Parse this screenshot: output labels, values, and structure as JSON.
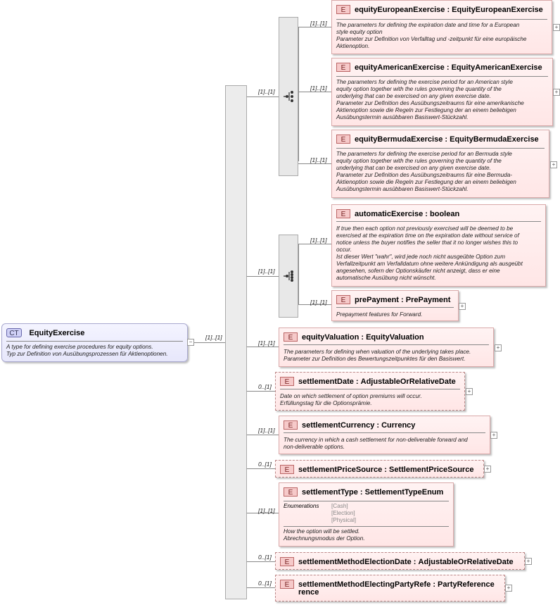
{
  "root": {
    "badge": "CT",
    "name": "EquityExercise",
    "doc_en": "A type for defining exercise procedures for equity options.",
    "doc_de": "Typ zur Definition von Ausübungsprozessen für Aktienoptionen.",
    "cardinality": "[1]..[1]",
    "collapse_symbol": "−"
  },
  "choice_group": {
    "cardinality": "[1]..[1]",
    "elements": [
      {
        "badge": "E",
        "name": "equityEuropeanExercise",
        "type": "EquityEuropeanExercise",
        "cardinality": "[1]..[1]",
        "doc": [
          "The parameters for defining the expiration date and time for a European",
          "style equity option",
          "Parameter zur Definition von Verfalltag und -zeitpunkt für eine europäische",
          "Aktienoption."
        ]
      },
      {
        "badge": "E",
        "name": "equityAmericanExercise",
        "type": "EquityAmericanExercise",
        "cardinality": "[1]..[1]",
        "doc": [
          "The parameters for defining the exercise period for an American style",
          "equity option together with the rules governing the quantity of the",
          "underlying that can be exercised on any given exercise date.",
          "Parameter zur Definition des Ausübungszeitraums für eine amerikanische",
          "Aktienoption sowie die Regeln zur Festlegung der an einem beliebigen",
          "Ausübungstermin ausübbaren Basiswert-Stückzahl."
        ]
      },
      {
        "badge": "E",
        "name": "equityBermudaExercise",
        "type": "EquityBermudaExercise",
        "cardinality": "[1]..[1]",
        "doc": [
          "The parameters for defining the exercise period for an Bermuda style",
          "equity option together with the rules governing the quantity of the",
          "underlying that can be exercised on any given exercise date.",
          "Parameter zur Definition des Ausübungszeitraums für eine Bermuda-",
          "Aktienoption sowie die Regeln zur Festlegung der an einem beliebigen",
          "Ausübungstermin ausübbaren Basiswert-Stückzahl."
        ]
      }
    ]
  },
  "sequence_group": {
    "cardinality": "[1]..[1]",
    "elements": [
      {
        "badge": "E",
        "name": "automaticExercise",
        "type": "boolean",
        "cardinality": "[1]..[1]",
        "doc": [
          "If true then each option not previously exercised will be deemed to be",
          "exercised at the expiration time on the expiration date without service of",
          "notice unless the buyer notifies the seller that it no longer wishes this to",
          "occur.",
          "Ist dieser Wert \"wahr\", wird jede noch nicht ausgeübte Option zum",
          "Verfallzeitpunkt am Verfalldatum ohne weitere Ankündigung als ausgeübt",
          "angesehen, sofern der Optionskäufer nicht anzeigt, dass er eine",
          "automatische Ausübung nicht wünscht."
        ]
      },
      {
        "badge": "E",
        "name": "prePayment",
        "type": "PrePayment",
        "cardinality": "[1]..[1]",
        "doc": [
          "Prepayment features for Forward."
        ]
      }
    ]
  },
  "main_elements": [
    {
      "badge": "E",
      "name": "equityValuation",
      "type": "EquityValuation",
      "cardinality": "[1]..[1]",
      "doc": [
        "The parameters for defining when valuation of the underlying takes place.",
        "Parameter zur Definition des Bewertungszeitpunktes für den Basiswert."
      ]
    },
    {
      "badge": "E",
      "name": "settlementDate",
      "type": "AdjustableOrRelativeDate",
      "cardinality": "0..[1]",
      "doc": [
        "Date on which settlement of option premiums will occur.",
        "Erfüllungstag für die Optionsprämie."
      ]
    },
    {
      "badge": "E",
      "name": "settlementCurrency",
      "type": "Currency",
      "cardinality": "[1]..[1]",
      "doc": [
        "The currency in which a cash settlement for non-deliverable forward and",
        "non-deliverable options."
      ]
    },
    {
      "badge": "E",
      "name": "settlementPriceSource",
      "type": "SettlementPriceSource",
      "cardinality": "0..[1]",
      "doc": []
    },
    {
      "badge": "E",
      "name": "settlementType",
      "type": "SettlementTypeEnum",
      "cardinality": "[1]..[1]",
      "enum_label": "Enumerations",
      "enum_values": [
        "[Cash]",
        "[Election]",
        "[Physical]"
      ],
      "doc": [
        "How the option will be settled.",
        "Abrechnungsmodus der Option."
      ]
    },
    {
      "badge": "E",
      "name": "settlementMethodElectionDate",
      "type": "AdjustableOrRelativeDate",
      "cardinality": "0..[1]",
      "doc": []
    },
    {
      "badge": "E",
      "name": "settlementMethodElectingPartyRefe",
      "name_cont": "rence",
      "type": "PartyReference",
      "cardinality": "0..[1]",
      "doc": []
    }
  ],
  "expand_symbol": "+",
  "type_separator": " : ",
  "colors": {
    "element_fill": "#ffe6e6",
    "element_border": "#d9a9a9",
    "complex_type_fill": "#e7e7fb",
    "connector": "#888888"
  }
}
